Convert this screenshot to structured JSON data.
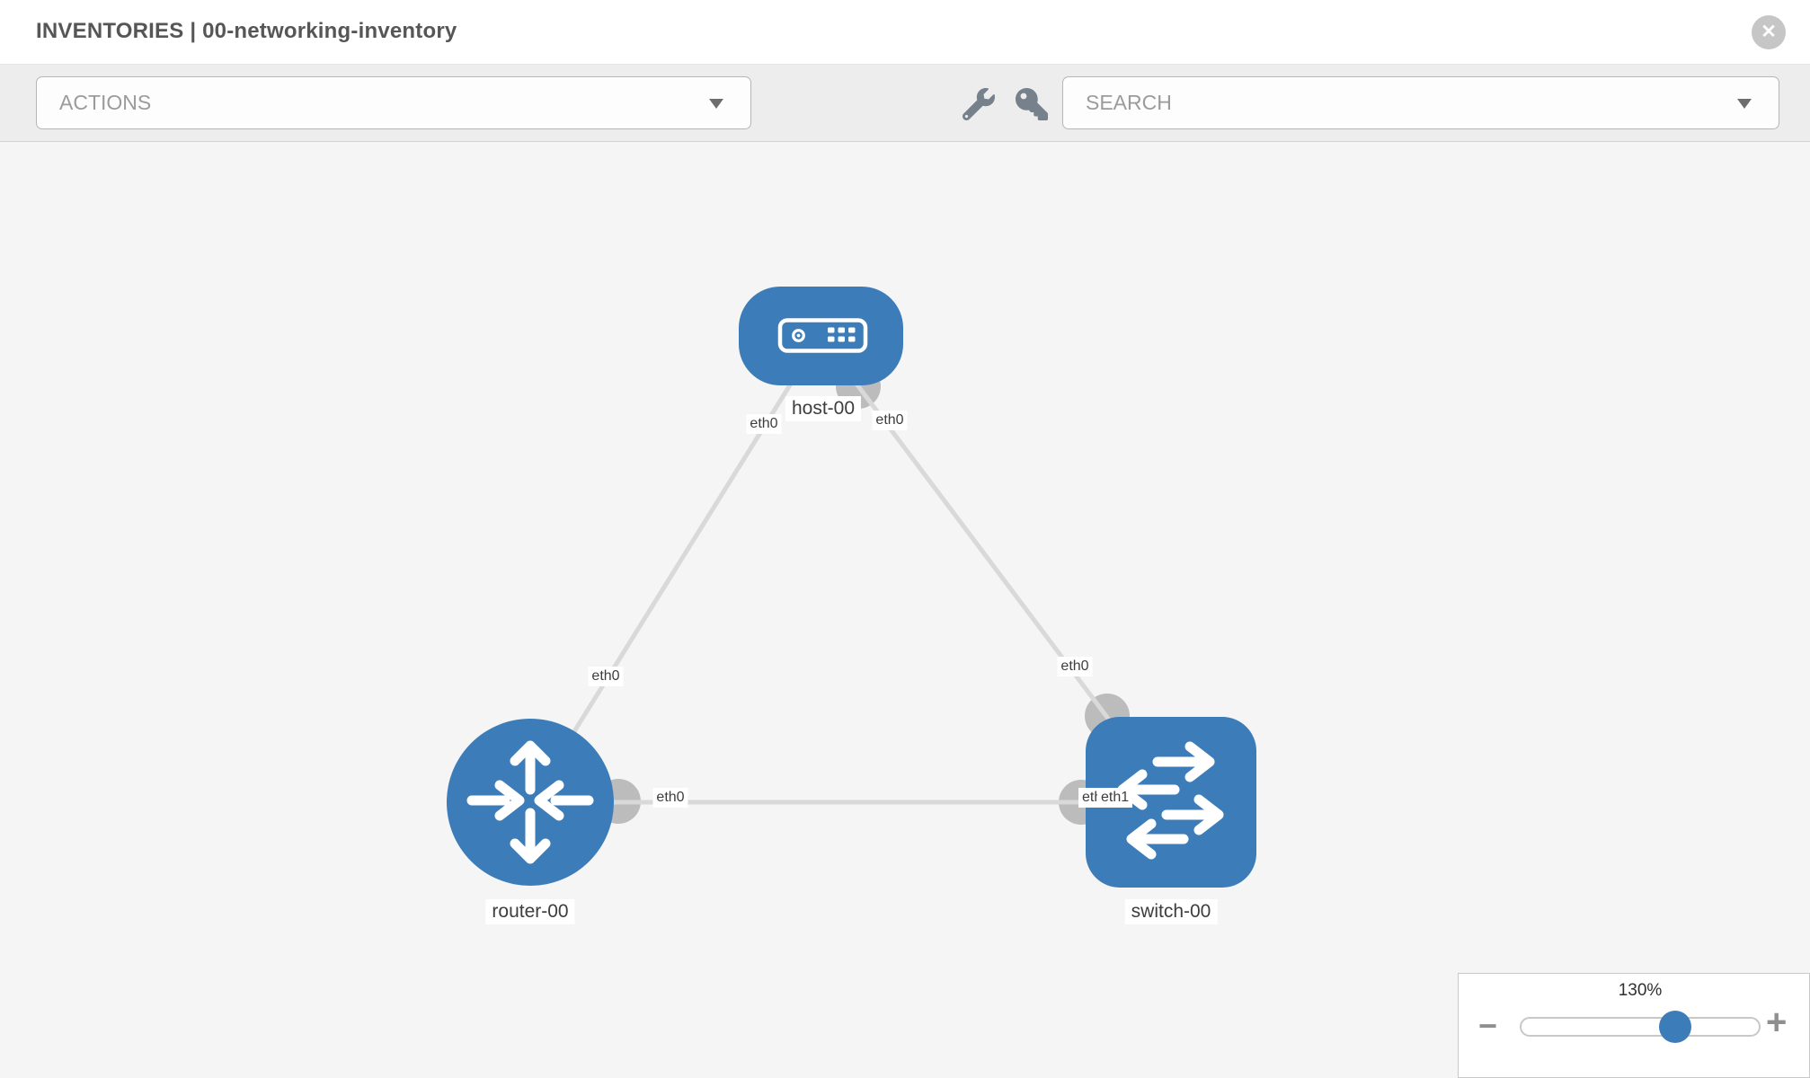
{
  "header": {
    "title": "INVENTORIES | 00-networking-inventory"
  },
  "toolbar": {
    "actions_label": "ACTIONS",
    "search_placeholder": "SEARCH"
  },
  "icons": {
    "close": "✕",
    "minus": "−",
    "plus": "+",
    "wrench": "wrench-icon",
    "key": "key-icon",
    "caret": "caret-down-icon"
  },
  "colors": {
    "node_blue": "#3c7db9",
    "interface_gray": "#bcbcbc",
    "link_gray": "#d9d9d9",
    "slider_handle_blue": "#3c7db9"
  },
  "topology": {
    "nodes": [
      {
        "label": "host-00",
        "type": "host"
      },
      {
        "label": "router-00",
        "type": "router"
      },
      {
        "label": "switch-00",
        "type": "switch"
      }
    ],
    "links": [
      {
        "from": "host-00",
        "to": "router-00",
        "from_interface": "eth0",
        "to_interface": "eth0"
      },
      {
        "from": "host-00",
        "to": "switch-00",
        "from_interface": "eth0",
        "to_interface": "eth0"
      },
      {
        "from": "router-00",
        "to": "switch-00",
        "from_interface": "eth0",
        "to_interface": "eth1",
        "to_interface_overlapped": "eth0"
      }
    ]
  },
  "zoom_control": {
    "value": "130%",
    "percent": 130
  }
}
